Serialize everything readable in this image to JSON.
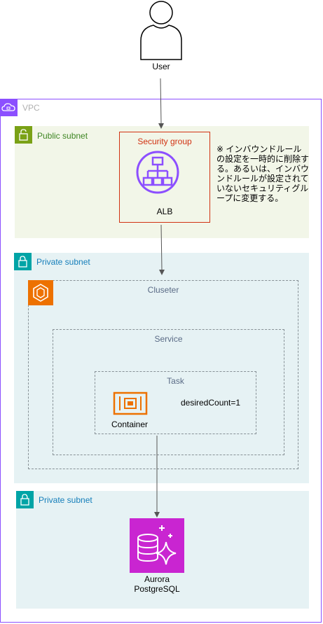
{
  "user": {
    "label": "User"
  },
  "vpc": {
    "label": "VPC"
  },
  "public_subnet": {
    "label": "Public subnet"
  },
  "security_group": {
    "label": "Security group"
  },
  "alb": {
    "label": "ALB"
  },
  "note": {
    "text": "※ インバウンドルールの設定を一時的に削除する。あるいは、インバウンドルールが設定されていないセキュリティグループに変更する。"
  },
  "private_subnet_1": {
    "label": "Private subnet"
  },
  "cluster": {
    "label": "Cluseter"
  },
  "service": {
    "label": "Service"
  },
  "task": {
    "label": "Task"
  },
  "container": {
    "label": "Container"
  },
  "desired_count": {
    "text": "desiredCount=1"
  },
  "private_subnet_2": {
    "label": "Private subnet"
  },
  "aurora": {
    "line1": "Aurora",
    "line2": "PostgreSQL"
  },
  "colors": {
    "vpc": "#8c4fff",
    "public_subnet": "#7aa116",
    "private_subnet": "#00a4a6",
    "security_group": "#d13212",
    "alb": "#8c4fff",
    "ecs": "#ed7100",
    "rds": "#c925d1"
  }
}
